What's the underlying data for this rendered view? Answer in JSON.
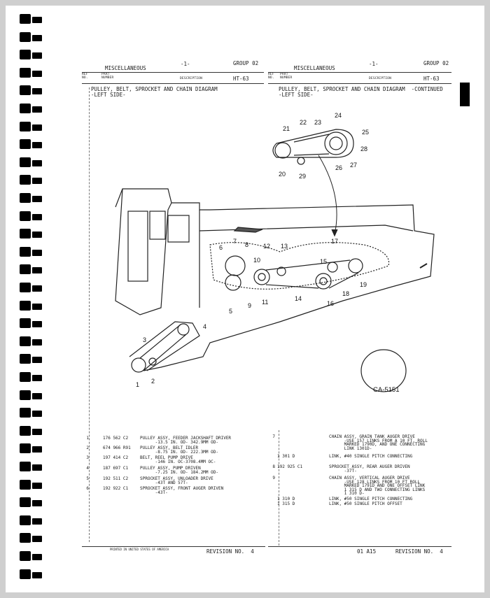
{
  "left": {
    "section": "MISCELLANEOUS",
    "page": "-1-",
    "group": "GROUP 02",
    "col_ref": "REF\nNO.",
    "col_part": "PART\nNUMBER",
    "col_desc": "DESCRIPTION",
    "code": "HT-63",
    "title": "PULLEY, BELT, SPROCKET AND CHAIN DIAGRAM\n-LEFT SIDE-",
    "parts": [
      {
        "ref": "1",
        "part": "176 562 C2",
        "desc": "PULLEY ASSY, FEEDER JACKSHAFT DRIVER\n      -13.5 IN. OD- 342.9MM OD-"
      },
      {
        "ref": "2",
        "part": "674 966 R91",
        "desc": "PULLEY ASSY, BELT IDLER\n      -8.75 IN. OD- 222.3MM OD-"
      },
      {
        "ref": "3",
        "part": "197 414 C2",
        "desc": "BELT, REEL PUMP DRIVE\n      -146 IN. OC-3708.4MM OC-"
      },
      {
        "ref": "4",
        "part": "187 697 C1",
        "desc": "PULLEY ASSY, PUMP DRIVEN\n      -7.25 IN. OD- 184.2MM OD-"
      },
      {
        "ref": "5",
        "part": "192 511 C2",
        "desc": "SPROCKET ASSY, UNLOADER DRIVE\n      -43T AND 57T-"
      },
      {
        "ref": "6",
        "part": "192 922 C1",
        "desc": "SPROCKET ASSY, FRONT AUGER DRIVEN\n      -43T-"
      }
    ],
    "printed": "PRINTED IN UNITED STATES OF AMERICA",
    "revision": "REVISION NO.  4"
  },
  "right": {
    "section": "MISCELLANEOUS",
    "page": "-1-",
    "group": "GROUP 02",
    "col_ref": "REF\nNO.",
    "col_part": "PART\nNUMBER",
    "col_desc": "DESCRIPTION",
    "code": "HT-63",
    "title": "PULLEY, BELT, SPROCKET AND CHAIN DIAGRAM  -CONTINUED\n-LEFT SIDE-",
    "parts": [
      {
        "ref": "7",
        "part": "",
        "desc": "CHAIN ASSY, GRAIN TANK AUGER DRIVE\n      -USE 157 LINKS FROM A 10 FT. ROLL\n      MARKED 1790D, AND ONE CONNECTING\n      LINK 1301D-"
      },
      {
        "ref": "",
        "part": "1 301 D",
        "desc": "LINK, #40 SINGLE PITCH CONNECTING"
      },
      {
        "ref": "8",
        "part": "192 925 C1",
        "desc": "SPROCKET ASSY, REAR AUGER DRIVEN\n      -37T-"
      },
      {
        "ref": "9",
        "part": "",
        "desc": "CHAIN ASSY, VERTICAL AUGER DRIVE\n      -USE 128 LINKS FROM 10 FT ROLL\n      MARKED 1791D AND ONE OFFSET LINK\n      1 315 D AND TWO CONNECTING LINKS\n      1 310 D-"
      },
      {
        "ref": "",
        "part": "1 310 D",
        "desc": "LINK, #50 SINGLE PITCH CONNECTING"
      },
      {
        "ref": "",
        "part": "1 315 D",
        "desc": "LINK, #50 SINGLE PITCH OFFSET"
      }
    ],
    "page_code": "01 A15",
    "revision": "REVISION NO.  4"
  },
  "diagram": {
    "figure_id": "CA-5151",
    "callouts": [
      "1",
      "2",
      "3",
      "4",
      "5",
      "6",
      "7",
      "8",
      "9",
      "10",
      "11",
      "12",
      "13",
      "14",
      "15",
      "16",
      "17",
      "18",
      "19",
      "20",
      "21",
      "22",
      "23",
      "24",
      "25",
      "26",
      "27",
      "28",
      "29"
    ]
  }
}
